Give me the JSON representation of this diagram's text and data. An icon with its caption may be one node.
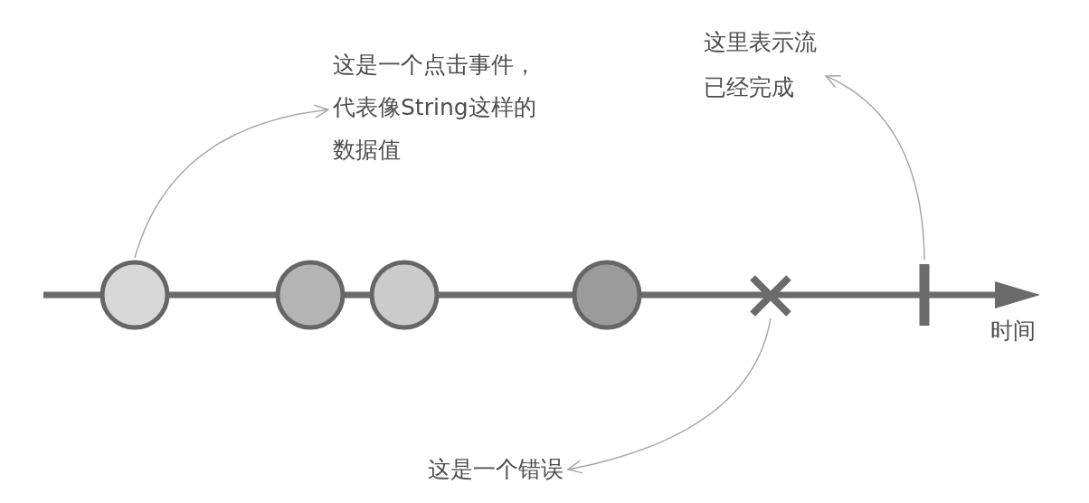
{
  "diagram": {
    "nodes": [
      {
        "text": [
          "这是一个点击事件，代表像String这样的数据值"
        ]
      },
      {
        "text": [
          "这里表示流已经完成"
        ]
      },
      {
        "text": [],
        "shape": "circle"
      },
      {
        "text": [],
        "shape": "circle"
      },
      {
        "text": [],
        "shape": "circle"
      },
      {
        "text": [],
        "shape": "circle"
      },
      {
        "text": [],
        "shape": "cross"
      },
      {
        "text": [],
        "shape": "bar"
      },
      {
        "text": [
          "这是一个错误"
        ]
      }
    ],
    "edges": [
      {
        "from": 2,
        "to": 0,
        "arrow": "to"
      },
      {
        "from": 7,
        "to": 1,
        "arrow": "to"
      },
      {
        "from": 6,
        "to": 8,
        "arrow": "to"
      }
    ],
    "labels": [
      "时间"
    ]
  }
}
